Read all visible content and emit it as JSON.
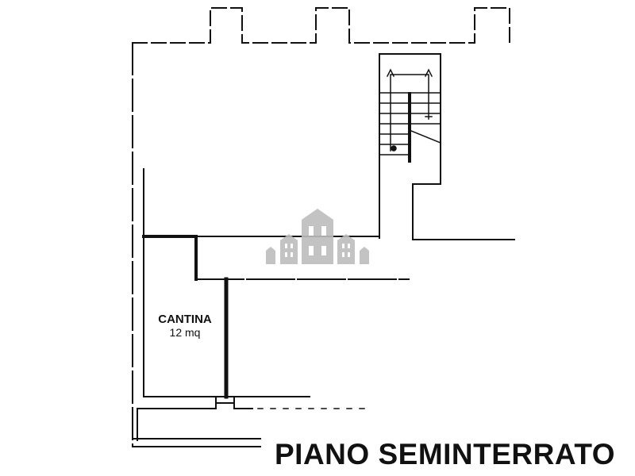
{
  "rooms": [
    {
      "name": "CANTINA",
      "area": "12 mq"
    }
  ],
  "plan_title": "PIANO SEMINTERRATO",
  "colors": {
    "wall": "#111111",
    "watermark": "#bdbdbd"
  }
}
